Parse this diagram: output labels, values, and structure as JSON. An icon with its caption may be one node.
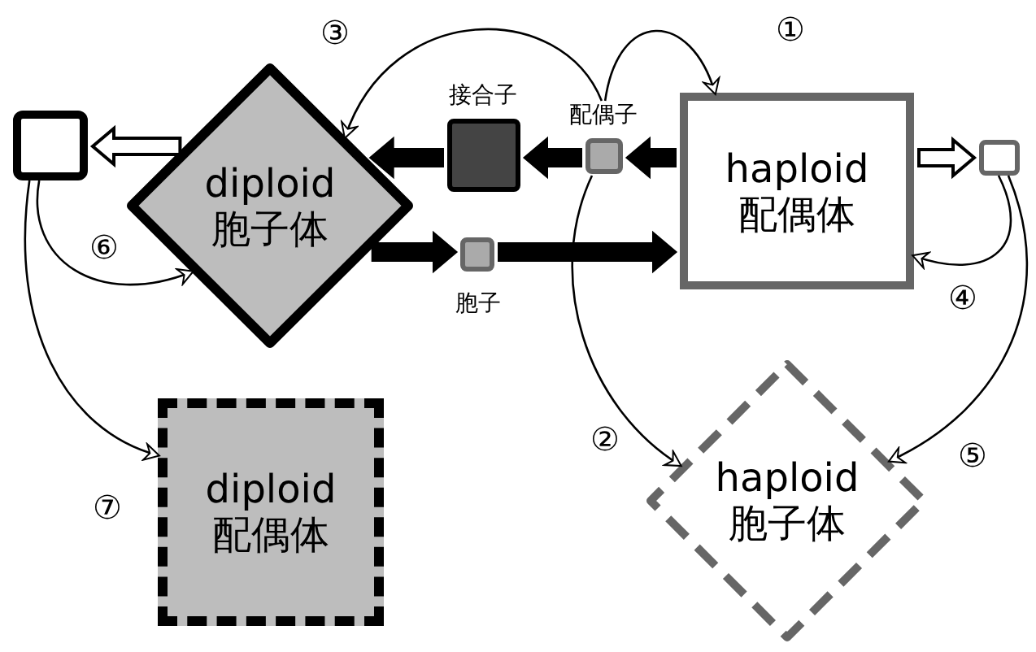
{
  "diagram": {
    "nodes": [
      {
        "text": [
          "diploid 胞子体"
        ]
      },
      {
        "text": [
          "haploid 配偶体"
        ]
      },
      {
        "text": [
          "接合子"
        ]
      },
      {
        "text": [
          "配偶子"
        ]
      },
      {
        "text": [
          "胞子"
        ]
      },
      {
        "text": [],
        "shape": "box"
      },
      {
        "text": [],
        "shape": "box"
      },
      {
        "text": [
          "diploid 配偶体"
        ]
      },
      {
        "text": [
          "haploid 胞子体"
        ]
      }
    ],
    "edges": [
      {
        "from": 1,
        "to": 3,
        "arrow": "to",
        "style": "thick"
      },
      {
        "from": 3,
        "to": 2,
        "arrow": "to",
        "style": "thick"
      },
      {
        "from": 2,
        "to": 0,
        "arrow": "to",
        "style": "thick"
      },
      {
        "from": 0,
        "to": 4,
        "arrow": "to",
        "style": "thick"
      },
      {
        "from": 4,
        "to": 1,
        "arrow": "to",
        "style": "thick"
      },
      {
        "from": 0,
        "to": 5,
        "arrow": "to",
        "style": "thick",
        "color": "#ffffff"
      },
      {
        "from": 1,
        "to": 6,
        "arrow": "to",
        "style": "thick",
        "color": "#ffffff"
      },
      {
        "from": 3,
        "to": 1,
        "arrow": "to",
        "label": "①"
      },
      {
        "from": 3,
        "to": 8,
        "arrow": "to",
        "label": "②"
      },
      {
        "from": 3,
        "to": 0,
        "arrow": "to",
        "label": "③"
      },
      {
        "from": 6,
        "to": 1,
        "arrow": "to",
        "label": "④"
      },
      {
        "from": 6,
        "to": 8,
        "arrow": "to",
        "label": "⑤"
      },
      {
        "from": 5,
        "to": 0,
        "arrow": "to",
        "label": "⑥"
      },
      {
        "from": 5,
        "to": 7,
        "arrow": "to",
        "label": "⑦"
      }
    ]
  }
}
